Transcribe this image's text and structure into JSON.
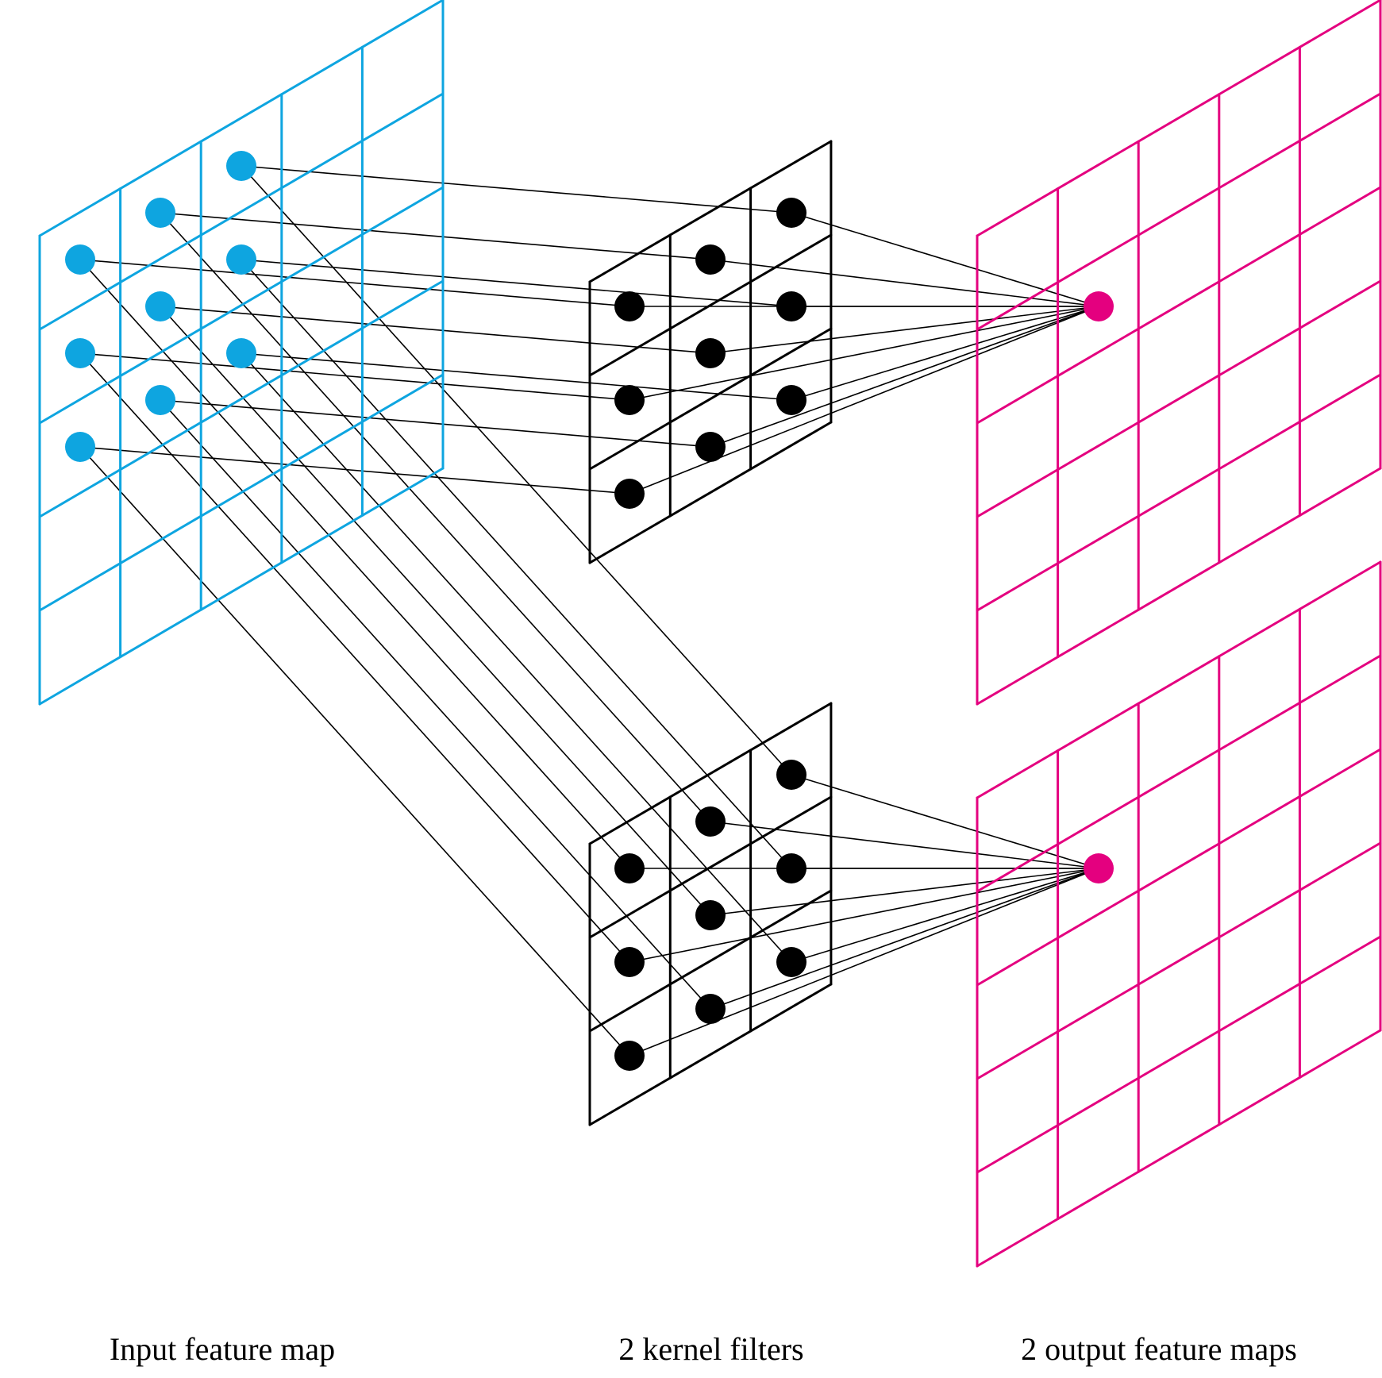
{
  "captions": {
    "input": "Input feature map",
    "kernels": "2 kernel filters",
    "outputs": "2 output feature maps"
  },
  "colors": {
    "input": "#0ea5e0",
    "kernel": "#000000",
    "output": "#e4007f",
    "connection": "#000000"
  },
  "structure": {
    "input_grid_cells": 5,
    "kernel_grid_cells": 3,
    "output_grid_cells": 5,
    "kernel_count": 2,
    "output_map_count": 2
  }
}
